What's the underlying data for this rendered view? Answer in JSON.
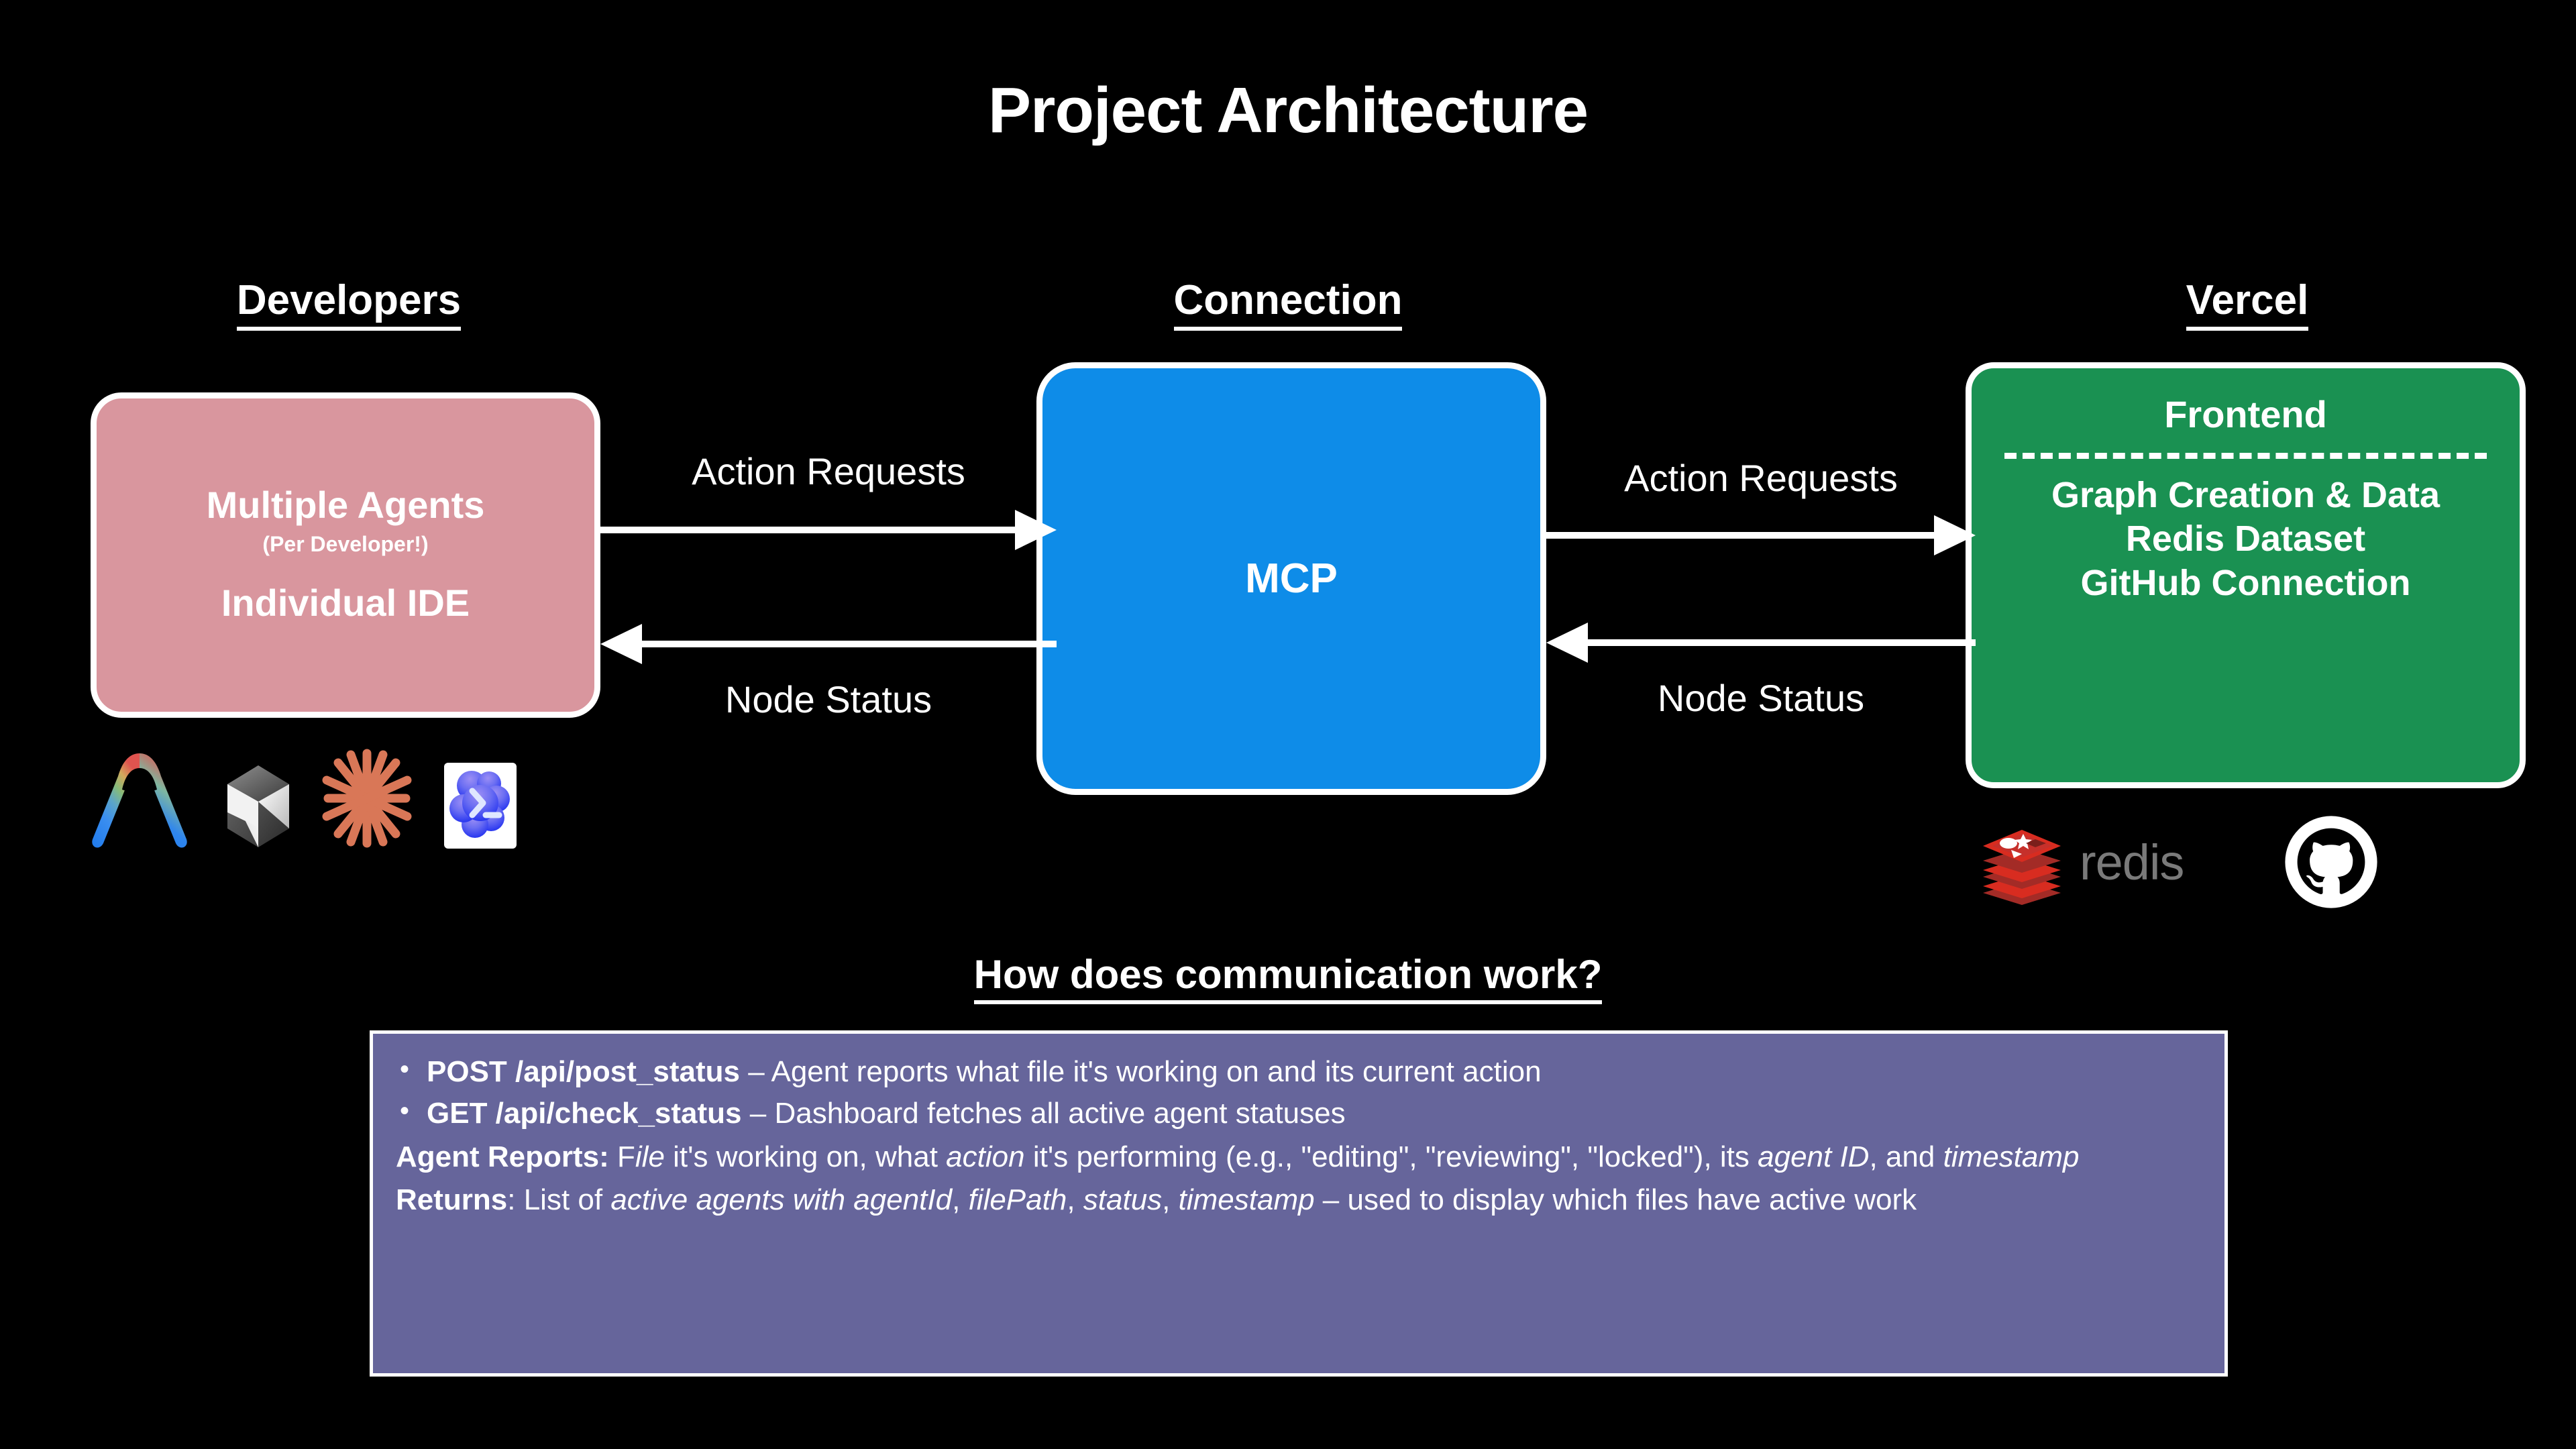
{
  "title": "Project Architecture",
  "columns": {
    "developers": "Developers",
    "connection": "Connection",
    "vercel": "Vercel"
  },
  "developers_box": {
    "main": "Multiple Agents",
    "sub": "(Per Developer!)",
    "ide": "Individual IDE",
    "bg_color": "#d9969e"
  },
  "mcp_box": {
    "label": "MCP",
    "bg_color": "#0e8ce8"
  },
  "vercel_box": {
    "frontend": "Frontend",
    "line1": "Graph Creation & Data",
    "line2": "Redis Dataset",
    "line3": "GitHub Connection",
    "bg_color": "#1a9152"
  },
  "arrows": {
    "left_top_label": "Action Requests",
    "left_bottom_label": "Node Status",
    "right_top_label": "Action Requests",
    "right_bottom_label": "Node Status"
  },
  "tool_icons": [
    {
      "name": "antigravity-icon"
    },
    {
      "name": "cursor-icon"
    },
    {
      "name": "claude-icon"
    },
    {
      "name": "codex-terminal-icon"
    }
  ],
  "vercel_logos": {
    "redis_word": "redis",
    "github_name": "github-octocat-icon"
  },
  "communication": {
    "heading": "How does communication work?",
    "box_color": "#66659b",
    "bullets": [
      {
        "endpoint": "POST /api/post_status",
        "dash": " – ",
        "description": "Agent reports what file it's working on and its current action"
      },
      {
        "endpoint": "GET /api/check_status",
        "dash": " – ",
        "description": "Dashboard fetches all active agent statuses"
      }
    ],
    "agent_reports": {
      "label": "Agent Reports:",
      "t1": " F",
      "i1": "ile",
      "t2": " it's working on, what ",
      "i2": "action",
      "t3": " it's performing (e.g., \"editing\", \"reviewing\", \"locked\"), its ",
      "i3": "agent ID",
      "t4": ", and ",
      "i4": "timestamp"
    },
    "returns": {
      "label": "Returns",
      "t1": ": List of ",
      "i1": "active agents with agentId",
      "t2": ", ",
      "i2": "filePath",
      "t3": ", ",
      "i3": "status",
      "t4": ", ",
      "i4": "timestamp",
      "t5": " – used to display which files have active work"
    }
  }
}
